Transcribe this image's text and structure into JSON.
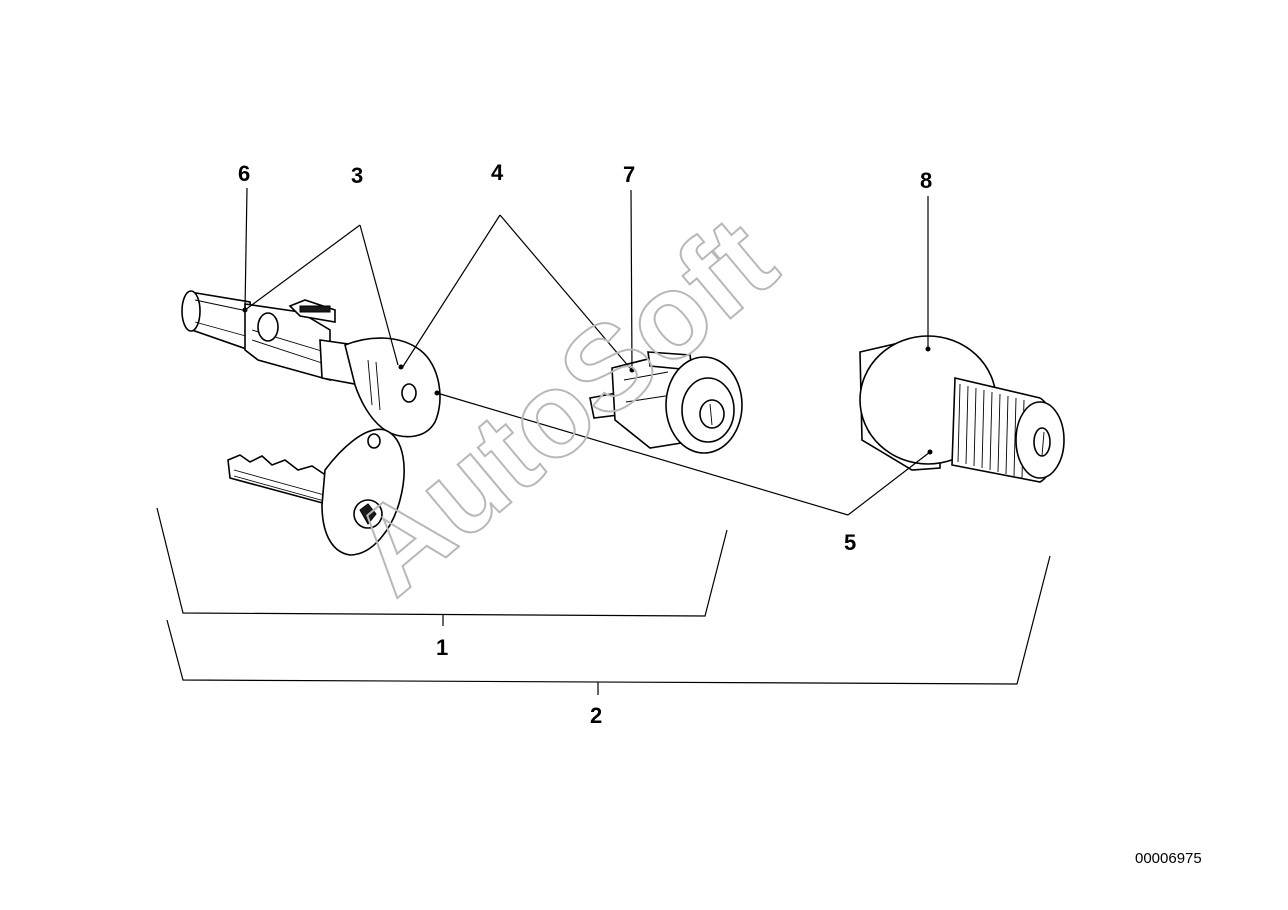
{
  "callouts": {
    "c1": "1",
    "c2": "2",
    "c3": "3",
    "c4": "4",
    "c5": "5",
    "c6": "6",
    "c7": "7",
    "c8": "8"
  },
  "document_number": "00006975",
  "watermark": "AutoSoft",
  "colors": {
    "line": "#000000",
    "watermark": "#b8b8b8",
    "background": "#ffffff"
  }
}
